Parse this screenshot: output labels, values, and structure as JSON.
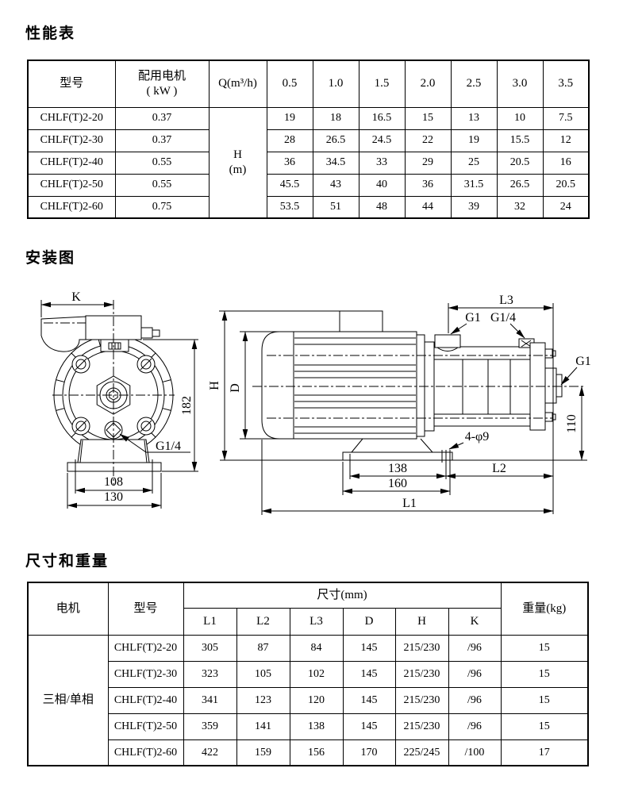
{
  "sections": {
    "performance": {
      "title": "性能表"
    },
    "installation": {
      "title": "安装图"
    },
    "dimensions": {
      "title": "尺寸和重量"
    }
  },
  "performance_table": {
    "col_model": "型号",
    "col_motor_line1": "配用电机",
    "col_motor_line2": "( kW )",
    "col_flow": "Q(m³/h)",
    "flow_points": [
      "0.5",
      "1.0",
      "1.5",
      "2.0",
      "2.5",
      "3.0",
      "3.5"
    ],
    "head_line1": "H",
    "head_line2": "(m)",
    "rows": [
      {
        "model": "CHLF(T)2-20",
        "power": "0.37",
        "heads": [
          "19",
          "18",
          "16.5",
          "15",
          "13",
          "10",
          "7.5"
        ]
      },
      {
        "model": "CHLF(T)2-30",
        "power": "0.37",
        "heads": [
          "28",
          "26.5",
          "24.5",
          "22",
          "19",
          "15.5",
          "12"
        ]
      },
      {
        "model": "CHLF(T)2-40",
        "power": "0.55",
        "heads": [
          "36",
          "34.5",
          "33",
          "29",
          "25",
          "20.5",
          "16"
        ]
      },
      {
        "model": "CHLF(T)2-50",
        "power": "0.55",
        "heads": [
          "45.5",
          "43",
          "40",
          "36",
          "31.5",
          "26.5",
          "20.5"
        ]
      },
      {
        "model": "CHLF(T)2-60",
        "power": "0.75",
        "heads": [
          "53.5",
          "51",
          "48",
          "44",
          "39",
          "32",
          "24"
        ]
      }
    ]
  },
  "diagram": {
    "front": {
      "dim_k": "K",
      "dim_182": "182",
      "port_g14": "G1/4",
      "dim_108": "108",
      "dim_130": "130"
    },
    "side": {
      "dim_l3": "L3",
      "port_g1_top": "G1",
      "port_g14_top": "G1/4",
      "port_g1_right": "G1",
      "dim_110": "110",
      "holes": "4-φ9",
      "dim_138": "138",
      "dim_160": "160",
      "dim_l2": "L2",
      "dim_l1": "L1",
      "dim_h": "H",
      "dim_d": "D"
    }
  },
  "dimensions_table": {
    "col_motor": "电机",
    "col_model": "型号",
    "col_size": "尺寸(mm)",
    "col_weight": "重量(kg)",
    "dim_headers": [
      "L1",
      "L2",
      "L3",
      "D",
      "H",
      "K"
    ],
    "motor_type": "三相/单相",
    "rows": [
      {
        "model": "CHLF(T)2-20",
        "dims": [
          "305",
          "87",
          "84",
          "145",
          "215/230",
          "/96"
        ],
        "weight": "15"
      },
      {
        "model": "CHLF(T)2-30",
        "dims": [
          "323",
          "105",
          "102",
          "145",
          "215/230",
          "/96"
        ],
        "weight": "15"
      },
      {
        "model": "CHLF(T)2-40",
        "dims": [
          "341",
          "123",
          "120",
          "145",
          "215/230",
          "/96"
        ],
        "weight": "15"
      },
      {
        "model": "CHLF(T)2-50",
        "dims": [
          "359",
          "141",
          "138",
          "145",
          "215/230",
          "/96"
        ],
        "weight": "15"
      },
      {
        "model": "CHLF(T)2-60",
        "dims": [
          "422",
          "159",
          "156",
          "170",
          "225/245",
          "/100"
        ],
        "weight": "17"
      }
    ]
  }
}
